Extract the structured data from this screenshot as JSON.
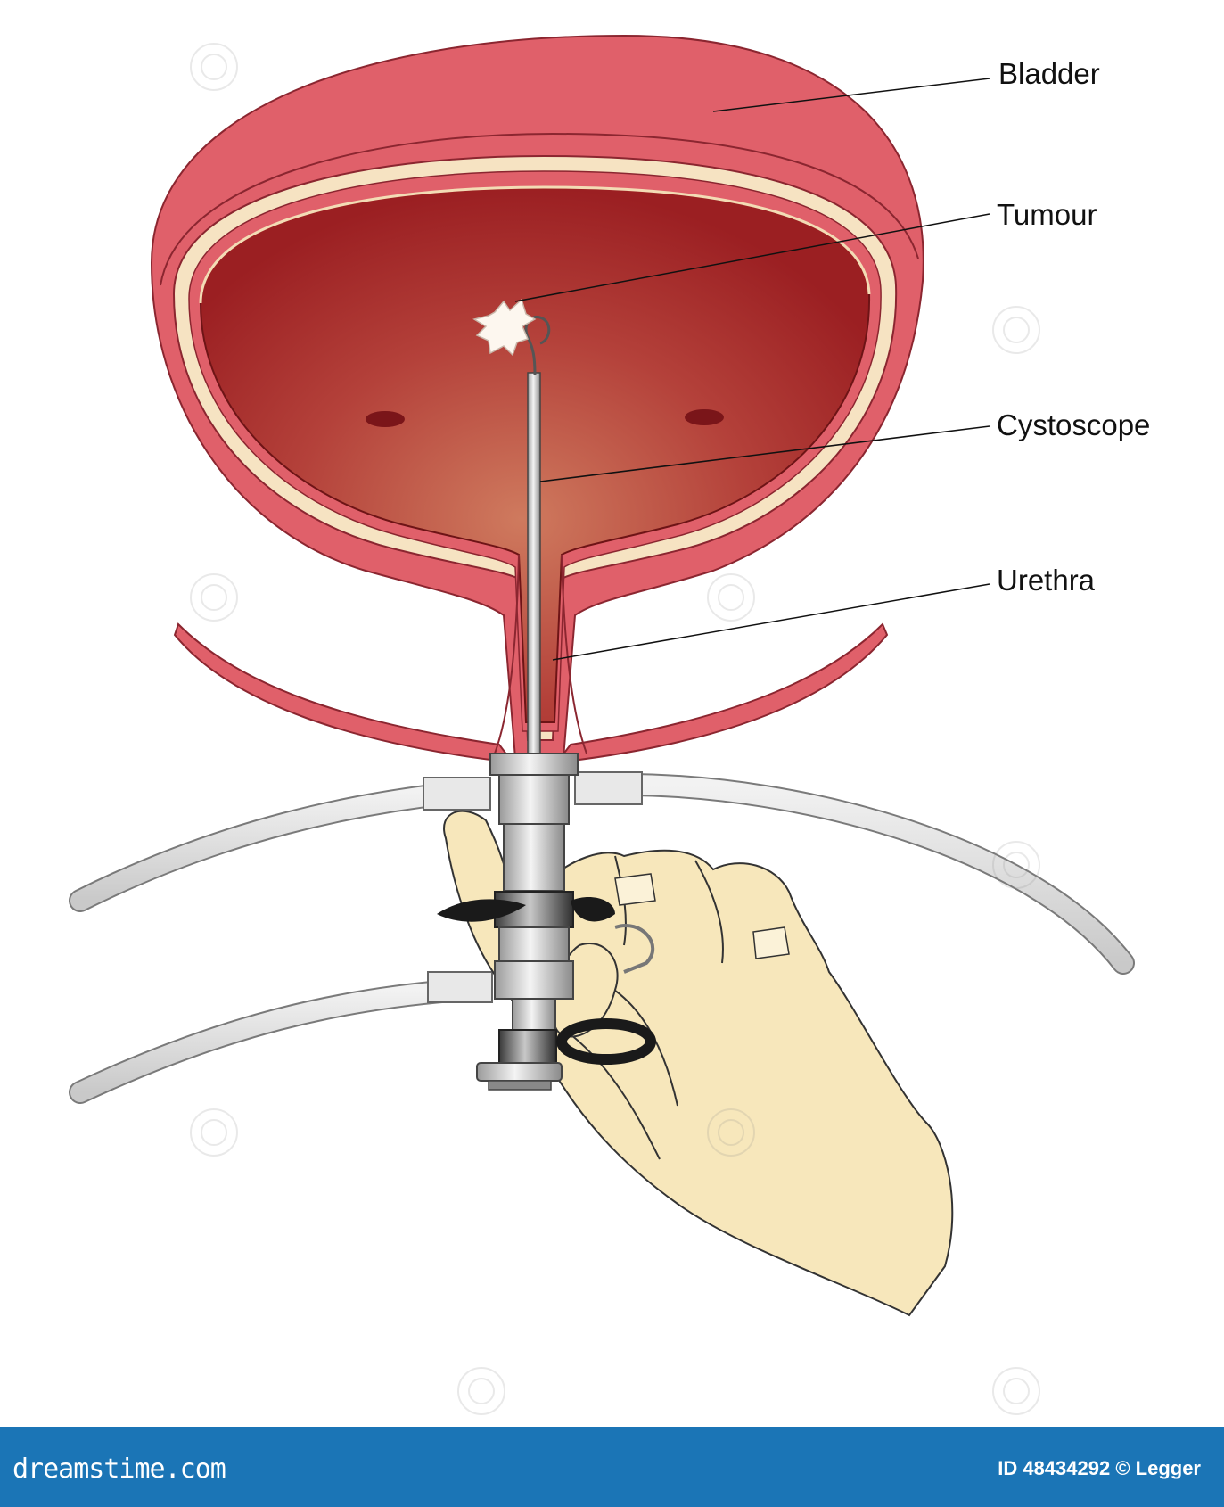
{
  "labels": {
    "bladder": "Bladder",
    "tumour": "Tumour",
    "cystoscope": "Cystoscope",
    "urethra": "Urethra"
  },
  "footer": {
    "brand": "dreamstime.com",
    "image_id": "ID 48434292 © Legger"
  },
  "watermark_text": "dreamstime",
  "colors": {
    "bladder_wall": "#e0606a",
    "bladder_inner": "#a82a2a",
    "lining": "#f6e3c2",
    "skin": "#f7e7bb",
    "metal": "#d8d8d8",
    "footer": "#1b75b6"
  }
}
